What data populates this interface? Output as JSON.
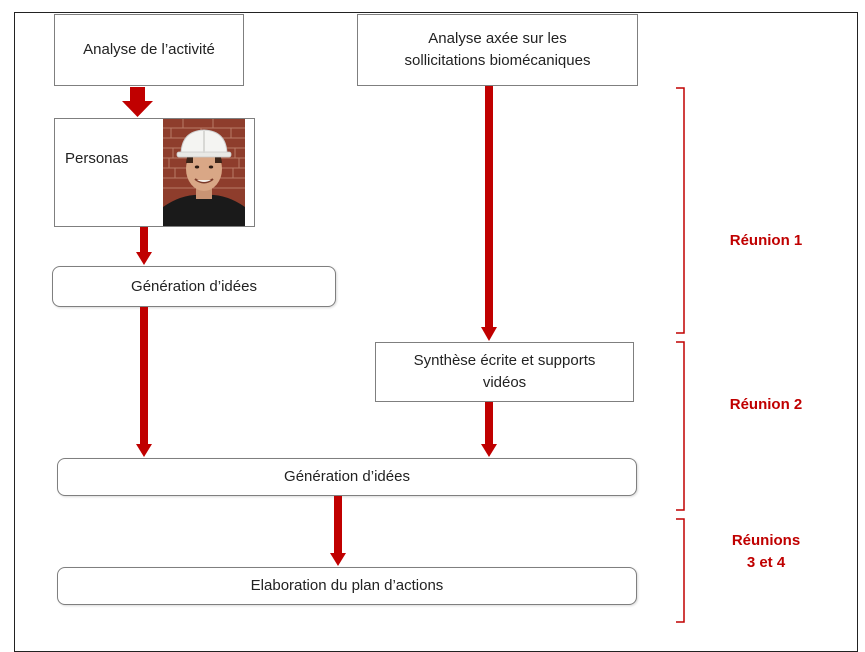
{
  "boxes": {
    "analyse_activite": "Analyse de l’activité",
    "analyse_biomeca_line1": "Analyse axée sur les",
    "analyse_biomeca_line2": "sollicitations biomécaniques",
    "personas": "Personas",
    "generation_idees_1": "Génération d’idées",
    "synthese_line1": "Synthèse écrite et supports",
    "synthese_line2": "vidéos",
    "generation_idees_2": "Génération d’idées",
    "plan_actions": "Elaboration du plan d’actions"
  },
  "meetings": {
    "reunion1": "Réunion 1",
    "reunion2": "Réunion 2",
    "reunions34_line1": "Réunions",
    "reunions34_line2": "3 et 4"
  },
  "colors": {
    "arrow": "#c00000",
    "bracket": "#c00000",
    "meeting_text": "#c00000",
    "box_border": "#7f7f7f"
  }
}
